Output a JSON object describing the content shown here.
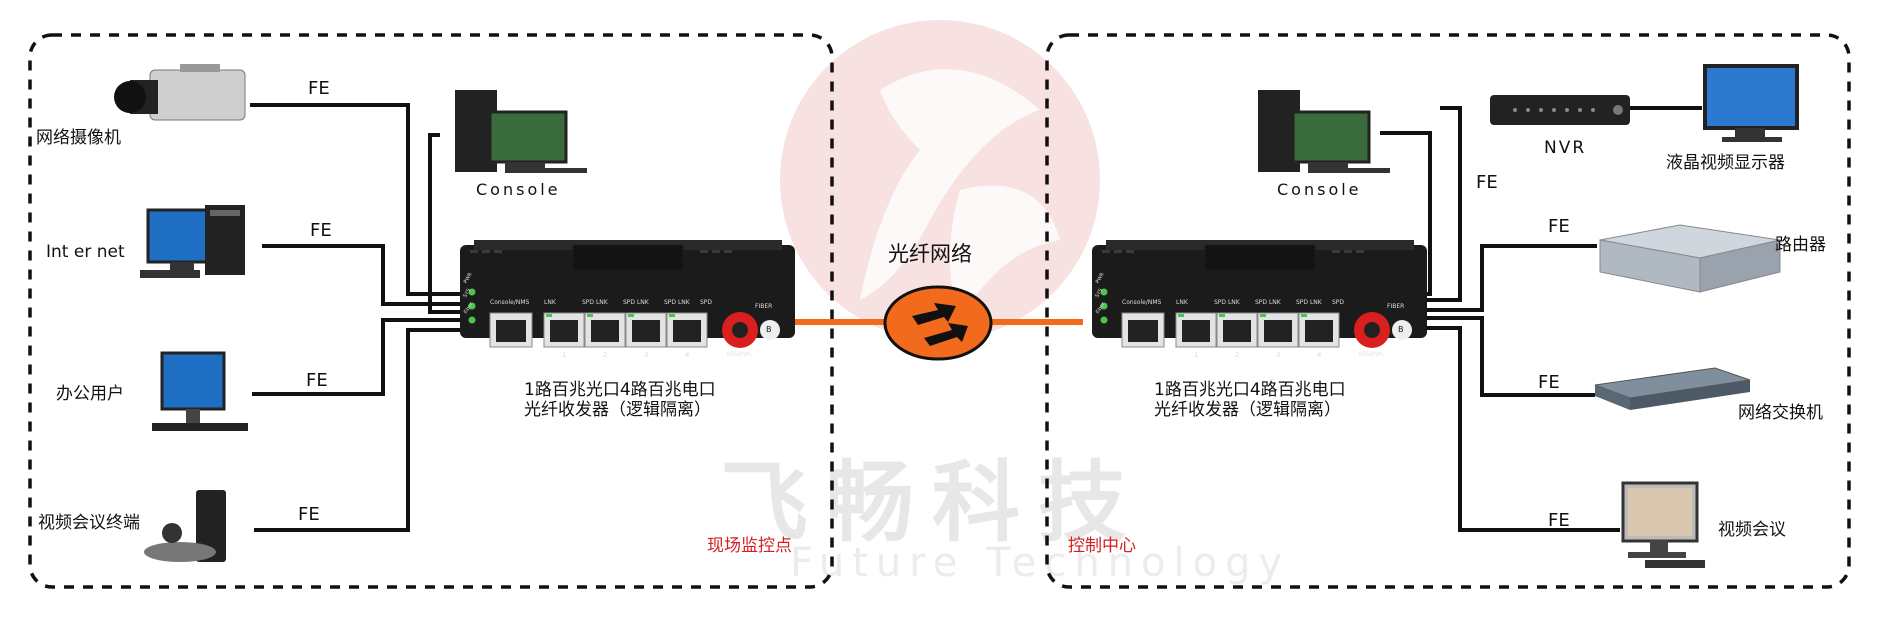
{
  "left_site": {
    "devices": [
      {
        "name": "网络摄像机",
        "link": "FE"
      },
      {
        "name": "Int er net",
        "link": "FE"
      },
      {
        "name": "办公用户",
        "link": "FE"
      },
      {
        "name": "视频会议终端",
        "link": "FE"
      }
    ],
    "console_label": "Console",
    "transceiver_caption_line1": "1路百兆光口4路百兆电口",
    "transceiver_caption_line2": "光纤收发器（逻辑隔离）",
    "site_label": "现场监控点"
  },
  "fiber": {
    "label": "光纤网络"
  },
  "right_site": {
    "console_label": "Console",
    "nvr_label": "NVR",
    "monitor_label": "液晶视频显示器",
    "devices": [
      {
        "name": "路由器",
        "link": "FE"
      },
      {
        "name": "网络交换机",
        "link": "FE"
      },
      {
        "name": "视频会议",
        "link": "FE"
      }
    ],
    "nvr_link": "FE",
    "transceiver_caption_line1": "1路百兆光口4路百兆电口",
    "transceiver_caption_line2": "光纤收发器（逻辑隔离）",
    "site_label": "控制中心"
  },
  "transceiver_panel": {
    "console_port": "Console/NMS",
    "port_header": [
      "LNK",
      "SPD LNK",
      "SPD LNK",
      "SPD LNK",
      "SPD"
    ],
    "port_numbers": [
      "1",
      "2",
      "3",
      "4"
    ],
    "fiber_label": "FIBER",
    "fiber_connector": "B",
    "wavelength": "1550nm",
    "leds": [
      "PWR",
      "SYS",
      "Fiber"
    ]
  },
  "watermark": {
    "cn": "飞畅科技",
    "en": "Future Technology"
  },
  "colors": {
    "fiber_line": "#f26a1b",
    "fiber_ellipse": "#f26a1b",
    "site_label": "#d42020",
    "cable": "#111111"
  }
}
